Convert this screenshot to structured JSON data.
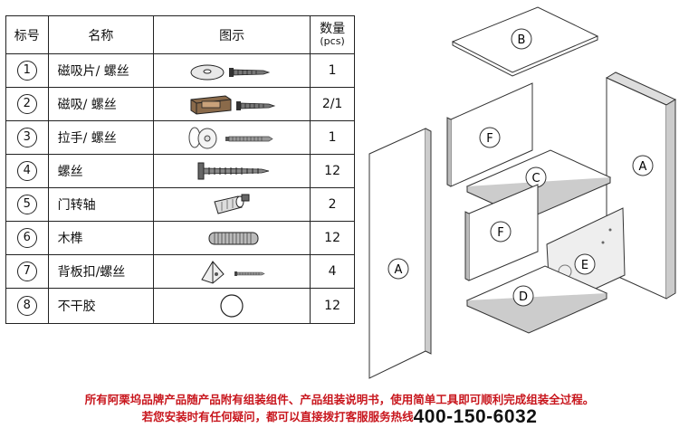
{
  "table": {
    "headers": {
      "no": "标号",
      "name": "名称",
      "pic": "图示",
      "qty": "数量",
      "qty_unit": "(pcs)"
    },
    "rows": [
      {
        "no": "1",
        "name": "磁吸片/ 螺丝",
        "qty": "1",
        "icon": "magnet-plate-screw-icon"
      },
      {
        "no": "2",
        "name": "磁吸/ 螺丝",
        "qty": "2/1",
        "icon": "magnetic-catch-screw-icon"
      },
      {
        "no": "3",
        "name": "拉手/ 螺丝",
        "qty": "1",
        "icon": "knob-screw-icon"
      },
      {
        "no": "4",
        "name": "螺丝",
        "qty": "12",
        "icon": "screw-icon"
      },
      {
        "no": "5",
        "name": "门转轴",
        "qty": "2",
        "icon": "door-hinge-pin-icon"
      },
      {
        "no": "6",
        "name": "木榫",
        "qty": "12",
        "icon": "wood-dowel-icon"
      },
      {
        "no": "7",
        "name": "背板扣/螺丝",
        "qty": "4",
        "icon": "back-panel-clip-screw-icon"
      },
      {
        "no": "8",
        "name": "不干胶",
        "qty": "12",
        "icon": "sticker-circle-icon"
      }
    ]
  },
  "diagram": {
    "labels": {
      "top": "B",
      "left_side": "A",
      "right_side": "A",
      "door_upper": "F",
      "door_lower": "F",
      "shelf": "C",
      "bottom": "D",
      "back": "E"
    }
  },
  "footer": {
    "line1": "所有阿栗坞品牌产品随产品附有组装组件、产品组装说明书，使用简单工具即可顺利完成组装全过程。",
    "line2": "若您安装时有任何疑问，都可以直接拨打客服服务热线",
    "hotline": "400-150-6032"
  },
  "colors": {
    "footer_red": "#c8161d",
    "line": "#222222"
  }
}
